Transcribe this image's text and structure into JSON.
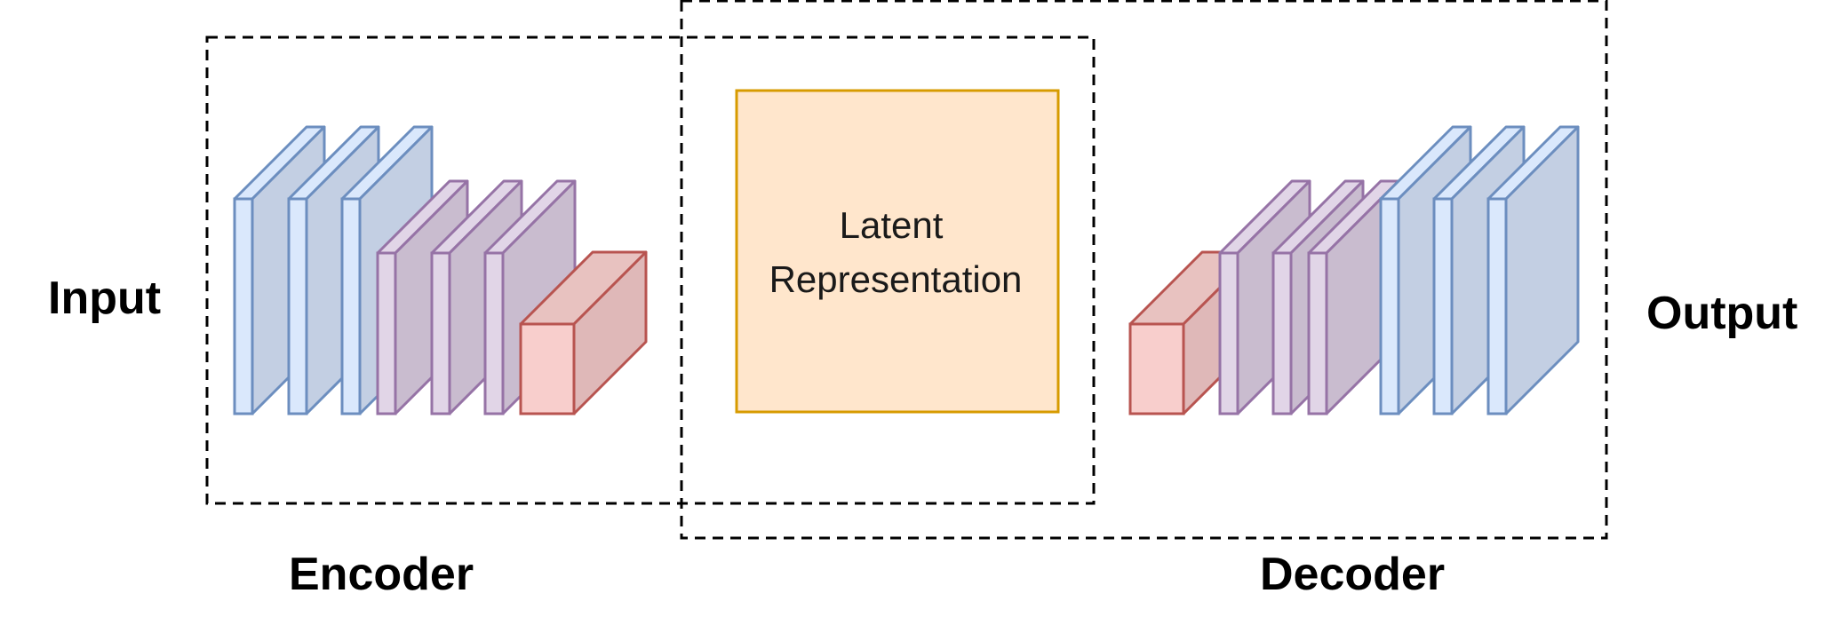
{
  "labels": {
    "input": "Input",
    "output": "Output",
    "encoder": "Encoder",
    "decoder": "Decoder",
    "latent_line1": "Latent",
    "latent_line2": "Representation"
  },
  "colors": {
    "blue_fill": "#c3cfe3",
    "blue_front": "#dae8fc",
    "blue_stroke": "#6c8ebf",
    "purple_fill": "#c9bccf",
    "purple_front": "#e1d5e7",
    "purple_stroke": "#9673a6",
    "red_fill": "#dfb8b8",
    "red_front": "#f8cecc",
    "red_stroke": "#b85450",
    "latent_fill": "#ffe6cc",
    "latent_stroke": "#d79b00",
    "dashed_stroke": "#000000"
  },
  "encoder_layers": [
    "blue",
    "blue",
    "blue",
    "purple",
    "purple",
    "purple",
    "red"
  ],
  "decoder_layers": [
    "red",
    "purple",
    "purple",
    "purple",
    "blue",
    "blue",
    "blue"
  ]
}
